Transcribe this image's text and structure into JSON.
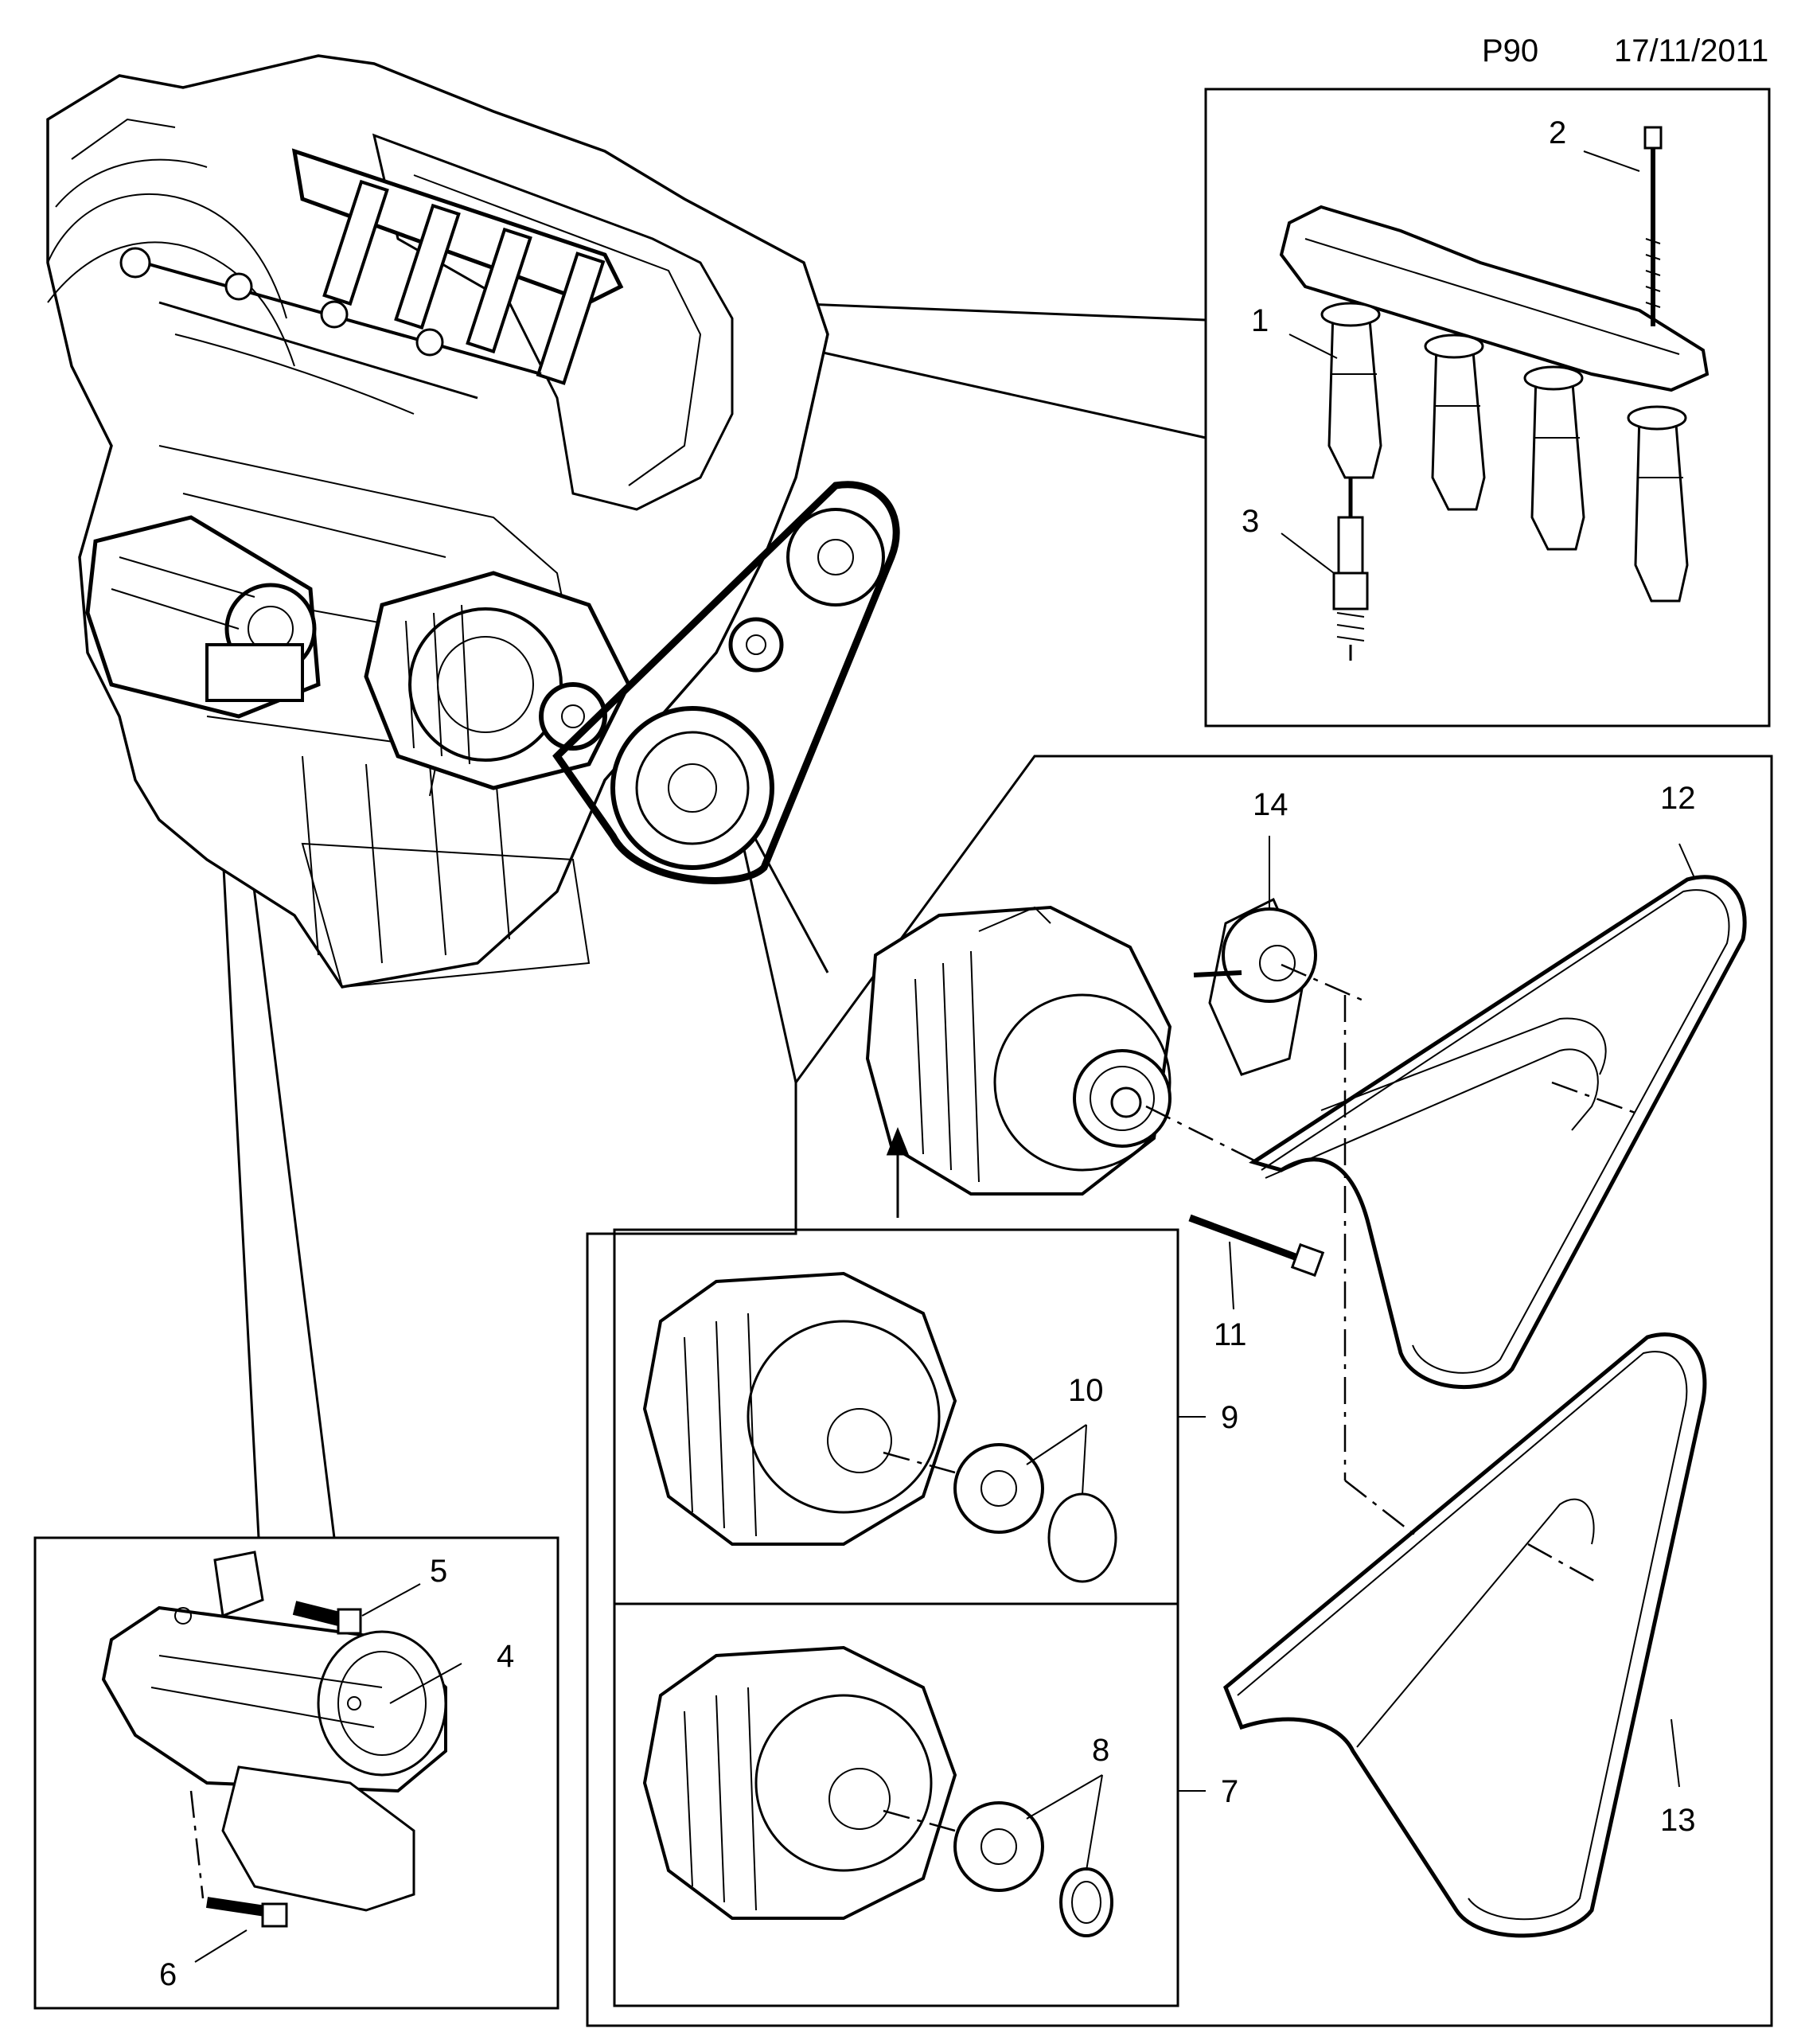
{
  "header": {
    "page_code": "P90",
    "date": "17/11/2011"
  },
  "callouts": {
    "c1": "1",
    "c2": "2",
    "c3": "3",
    "c4": "4",
    "c5": "5",
    "c6": "6",
    "c7": "7",
    "c8": "8",
    "c9": "9",
    "c10": "10",
    "c11": "11",
    "c12": "12",
    "c13": "13",
    "c14": "14"
  }
}
